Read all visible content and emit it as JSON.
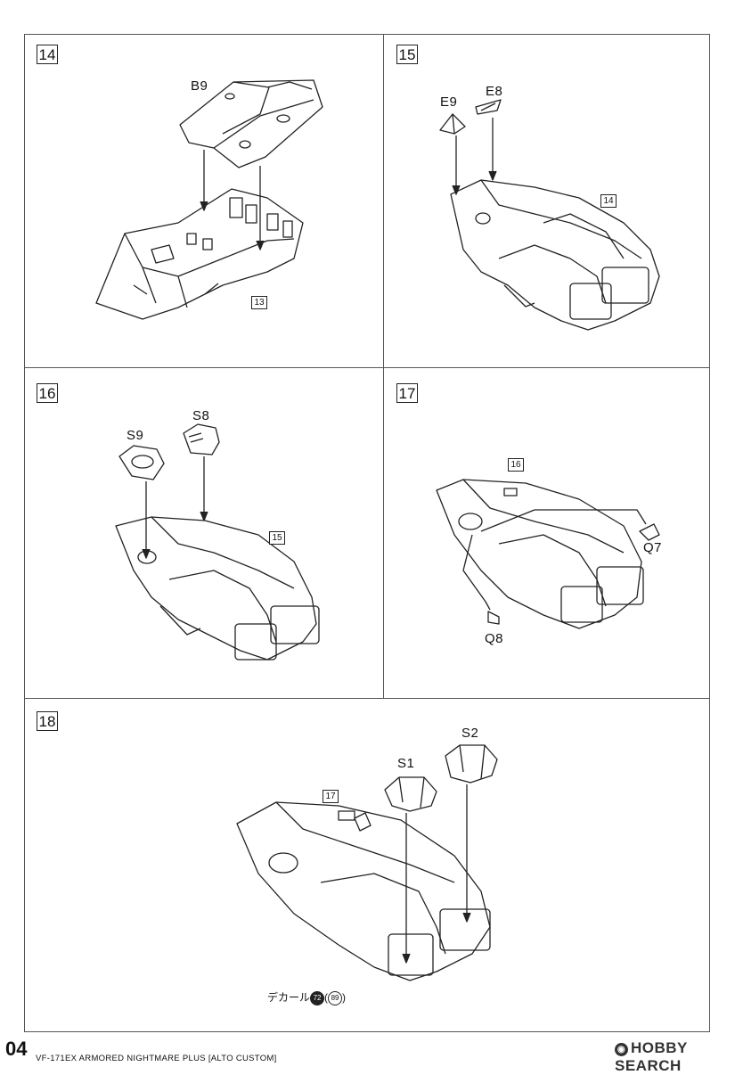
{
  "steps": [
    {
      "number": "14",
      "parts": [
        "B9"
      ],
      "ref": "13"
    },
    {
      "number": "15",
      "parts": [
        "E9",
        "E8"
      ],
      "ref": "14"
    },
    {
      "number": "16",
      "parts": [
        "S9",
        "S8"
      ],
      "ref": "15"
    },
    {
      "number": "17",
      "parts": [
        "Q7",
        "Q8"
      ],
      "ref": "16"
    },
    {
      "number": "18",
      "parts": [
        "S1",
        "S2"
      ],
      "ref": "17"
    }
  ],
  "decal": {
    "label": "デカール",
    "num_a": "72",
    "num_b": "89"
  },
  "footer": {
    "page_number": "04",
    "kit_title": "VF-171EX ARMORED NIGHTMARE PLUS [ALTO CUSTOM]",
    "watermark": "HOBBY SEARCH"
  },
  "colors": {
    "line": "#222222",
    "frame": "#555555",
    "paper": "#ffffff"
  }
}
